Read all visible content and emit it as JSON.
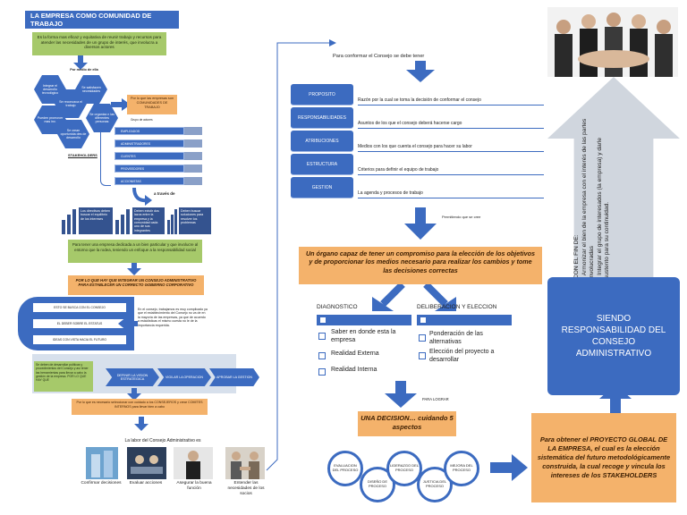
{
  "title": "LA EMPRESA COMO COMUNIDAD DE TRABAJO",
  "intro": "Es la forma mas eficaz y equitativa de reunir trabajo y recursos para atender las necesidades de un grupo de interés, que involucra a diversos actores",
  "por_medio": "Por medio de ella",
  "hexagons": [
    "Integrar el desarrollo tecnológico",
    "Se satisfacen necesidades",
    "Se reconozca el trabajo",
    "Se organiza n las diferentes personas",
    "Pueden promover mas inv.",
    "Se crean oportunida des de desarrollo"
  ],
  "orange_small": "Por lo que las empresas son COMUNIDADES DE TRABAJO",
  "grupo_actores": "Grupo de actores",
  "stakeholders": "STAKEHOLDERS",
  "stakeholder_items": [
    "EMPLEADOS",
    "ADMINISTRADORES",
    "CLIENTES",
    "PROVEEDORES",
    "ACCIONISTAS"
  ],
  "a_traves": "a través de",
  "navy_panels": [
    "Los directivos deben buscar el equilibrio de los intereses",
    "Deben existir dos lazos entre la empresa y la comunidad cada uno de sus integrantes",
    "Deben buscar soluciones para resolver los problemas"
  ],
  "green_mid": "Para tener una empresa dedicada a un bien particular y que involucre al entorno que la rodea, teniendo un enfoque a la responsabilidad social",
  "orange_mid": "POR LO QUE HAY QUE INTEGRAR UN CONSEJO ADMINISTRATIVO PARA ESTABLECER UN CORRECTO GOBIERNO CORPORATIVO",
  "consejo_rows": [
    "ESTO SE BUSCA CON EL CONSEJO",
    "EL DEBER SOBRE EL ESTATUS",
    "IDEAS CON VISTA HACIA EL FUTURO"
  ],
  "side_note": "En el consejo, trabajamos es muy complicado ya que el establecimiento del Consejo no va de en la mayoría de las empresas, ya que de acuerdo a estadísticas el mismo cuesta no le de la importancia requerida.",
  "green_low": "Se deben de desarrollar políticas y procedimientos del Consejo y así tener las herramientas para llevar a cabo la gestión de la empresa. POR LO QUE HAY QUE",
  "chevrons": [
    "DEFINIR LA VISION ESTRATEGICA",
    "VIGILAR LA OPERACION",
    "APROBAR LA GESTION"
  ],
  "orange_low": "Por lo que es necesario seleccionar con cuidado a los CONSEJEROS y crear COMITES INTERNOS para llevar bien a cabo",
  "labor": "La labor del Consejo Administrativo es",
  "labor_items": [
    "Confirmar decisiones",
    "Evaluar acciones",
    "Asegurar la buena función",
    "Entender las necesidades de los socios"
  ],
  "para_conformar": "Para conformar el Consejo se debe tener",
  "elements": [
    {
      "name": "PROPOSITO",
      "desc": "Razón por la cual se toma la decisión de conformar el consejo"
    },
    {
      "name": "RESPONSABILIDADES",
      "desc": "Asuntos de los que el consejo deberá hacerse cargo"
    },
    {
      "name": "ATRIBUCIONES",
      "desc": "Medios con los que cuenta el consejo para hacer su labor"
    },
    {
      "name": "ESTRUCTURA",
      "desc": "Criterios para definir el equipo de trabajo"
    },
    {
      "name": "GESTION",
      "desc": "La agenda y procesos de trabajo"
    }
  ],
  "permitiendo": "Permitiendo que se cree",
  "organo": "Un órgano capaz de tener un compromiso para la elección de los objetivos y de proporcionar los medios necesario para realizar los cambios y tome las decisiones correctas",
  "diagnostico": "DIAGNOSTICO",
  "deliberacion": "DELIBERACION Y ELECCION",
  "diag_items": [
    "Saber en donde esta la empresa",
    "Realidad Externa",
    "Realidad Interna"
  ],
  "delib_items": [
    "Ponderación de las alternativas",
    "Elección del proyecto a desarrollar"
  ],
  "para_lograr": "PARA LOGRAR",
  "decision": "UNA DECISION… cuidando 5 aspectos",
  "aspects": [
    "EVALUACION DEL PROCESO",
    "DISEÑO DE PROCESO",
    "LIDERAZGO DEL PROCESO",
    "JUSTICIA DEL PROCESO",
    "MEJORA DEL PROCESO"
  ],
  "final_orange": "Para obtener el PROYECTO GLOBAL DE LA EMPRESA, el cual es la elección sistemática del futuro metodológicamente construida, la cual recoge y vincula los intereses de los STAKEHOLDERS",
  "siendo": "SIENDO RESPONSABILIDAD DEL CONSEJO ADMINISTRATIVO",
  "con_el_fin": "CON EL FIN DE:",
  "fin_items": [
    "Armonizar el bien de la empresa con el interés de las partes involucradas",
    "Integrar el grupo de interesados (la empresa) y darle sustento para su continuidad."
  ],
  "colors": {
    "blue": "#3c6bc0",
    "green": "#a6c96a",
    "orange": "#f4b26b",
    "navy": "#34538f",
    "pale": "#d7e0ec"
  }
}
